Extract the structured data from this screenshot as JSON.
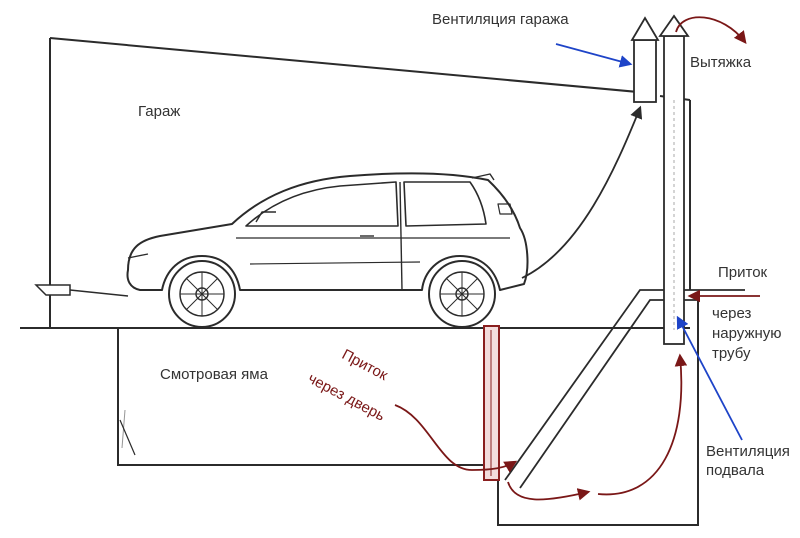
{
  "labels": {
    "garage": "Гараж",
    "garage_vent": "Вентиляция гаража",
    "exhaust": "Вытяжка",
    "inflow_title": "Приток",
    "inflow_line1": "через",
    "inflow_line2": "наружную",
    "inflow_line3": "трубу",
    "pit": "Смотровая яма",
    "door_inflow_1": "Приток",
    "door_inflow_2": "через дверь",
    "basement_vent_1": "Вентиляция",
    "basement_vent_2": "подвала"
  },
  "colors": {
    "line": "#2b2b2b",
    "label": "#333333",
    "red": "#7a1717",
    "blue": "#1e44c8",
    "door_fill": "#e9c8c8"
  }
}
